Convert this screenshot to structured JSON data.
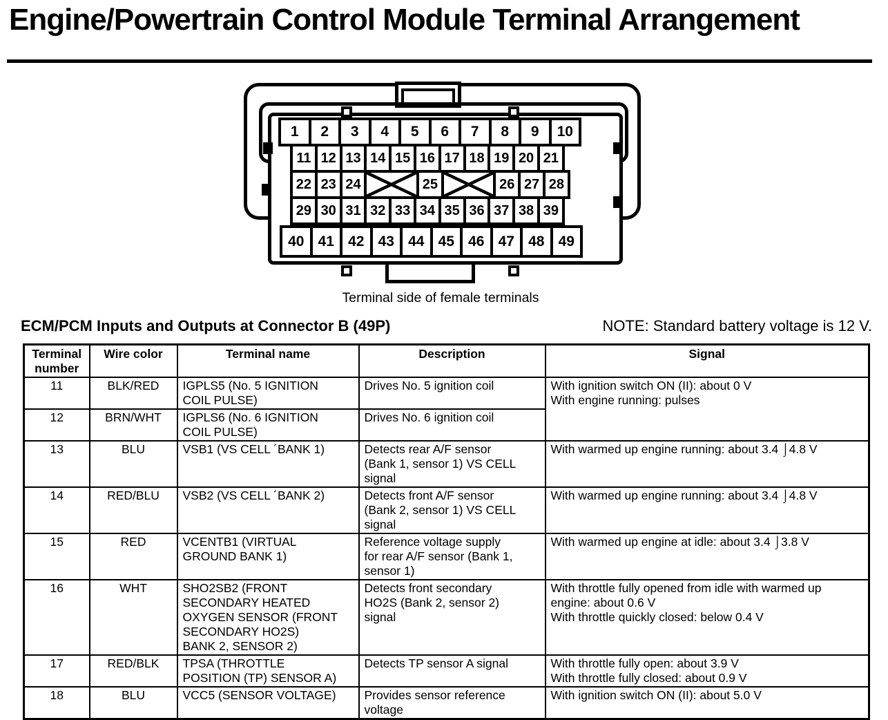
{
  "title": "Engine/Powertrain Control Module Terminal Arrangement",
  "connector": {
    "caption": "Terminal side of female terminals",
    "terminal_rows": [
      [
        "1",
        "2",
        "3",
        "4",
        "5",
        "6",
        "7",
        "8",
        "9",
        "10"
      ],
      [
        "11",
        "12",
        "13",
        "14",
        "15",
        "16",
        "17",
        "18",
        "19",
        "20",
        "21"
      ],
      [
        "22",
        "23",
        "24",
        "X",
        "25",
        "X",
        "26",
        "27",
        "28"
      ],
      [
        "29",
        "30",
        "31",
        "32",
        "33",
        "34",
        "35",
        "36",
        "37",
        "38",
        "39"
      ],
      [
        "40",
        "41",
        "42",
        "43",
        "44",
        "45",
        "46",
        "47",
        "48",
        "49"
      ]
    ]
  },
  "section": {
    "heading": "ECM/PCM Inputs and Outputs at Connector B (49P)",
    "note": "NOTE: Standard battery voltage is 12 V."
  },
  "table": {
    "headers": [
      "Terminal\nnumber",
      "Wire color",
      "Terminal name",
      "Description",
      "Signal"
    ],
    "rows": [
      {
        "terminal": "11",
        "wire": "BLK/RED",
        "name": "IGPLS5 (No. 5 IGNITION\nCOIL PULSE)",
        "desc": "Drives No. 5 ignition coil",
        "signal": "With ignition switch ON (II): about 0 V\nWith engine running: pulses",
        "signal_rowspan": 2
      },
      {
        "terminal": "12",
        "wire": "BRN/WHT",
        "name": "IGPLS6 (No. 6 IGNITION\nCOIL PULSE)",
        "desc": "Drives No. 6 ignition coil",
        "signal": null
      },
      {
        "terminal": "13",
        "wire": "BLU",
        "name": "VSB1 (VS CELL ´BANK 1)",
        "desc": "Detects rear A/F sensor\n(Bank 1, sensor 1) VS CELL\nsignal",
        "signal": "With warmed up engine running: about 3.4 ⌡4.8 V"
      },
      {
        "terminal": "14",
        "wire": "RED/BLU",
        "name": "VSB2 (VS CELL ´BANK 2)",
        "desc": "Detects front A/F sensor\n(Bank 2, sensor 1) VS CELL\nsignal",
        "signal": "With warmed up engine running: about 3.4 ⌡4.8 V"
      },
      {
        "terminal": "15",
        "wire": "RED",
        "name": "VCENTB1 (VIRTUAL\nGROUND BANK 1)",
        "desc": "Reference voltage supply\nfor rear A/F sensor (Bank 1,\nsensor 1)",
        "signal": "With warmed up engine at idle: about 3.4 ⌡3.8 V"
      },
      {
        "terminal": "16",
        "wire": "WHT",
        "name": "SHO2SB2 (FRONT\nSECONDARY HEATED\nOXYGEN SENSOR (FRONT\nSECONDARY HO2S)\nBANK 2, SENSOR 2)",
        "desc": "Detects front secondary\nHO2S (Bank 2, sensor 2)\nsignal",
        "signal": "With throttle fully opened from idle with warmed up\nengine: about 0.6 V\nWith throttle quickly closed: below 0.4 V"
      },
      {
        "terminal": "17",
        "wire": "RED/BLK",
        "name": "TPSA (THROTTLE\nPOSITION (TP) SENSOR A)",
        "desc": "Detects TP sensor A signal",
        "signal": "With throttle fully open: about 3.9 V\nWith throttle fully closed: about 0.9 V"
      },
      {
        "terminal": "18",
        "wire": "BLU",
        "name": "VCC5 (SENSOR VOLTAGE)",
        "desc": "Provides sensor reference\nvoltage",
        "signal": "With ignition switch ON (II): about 5.0 V"
      }
    ]
  },
  "colors": {
    "ink": "#000000",
    "paper": "#ffffff"
  }
}
